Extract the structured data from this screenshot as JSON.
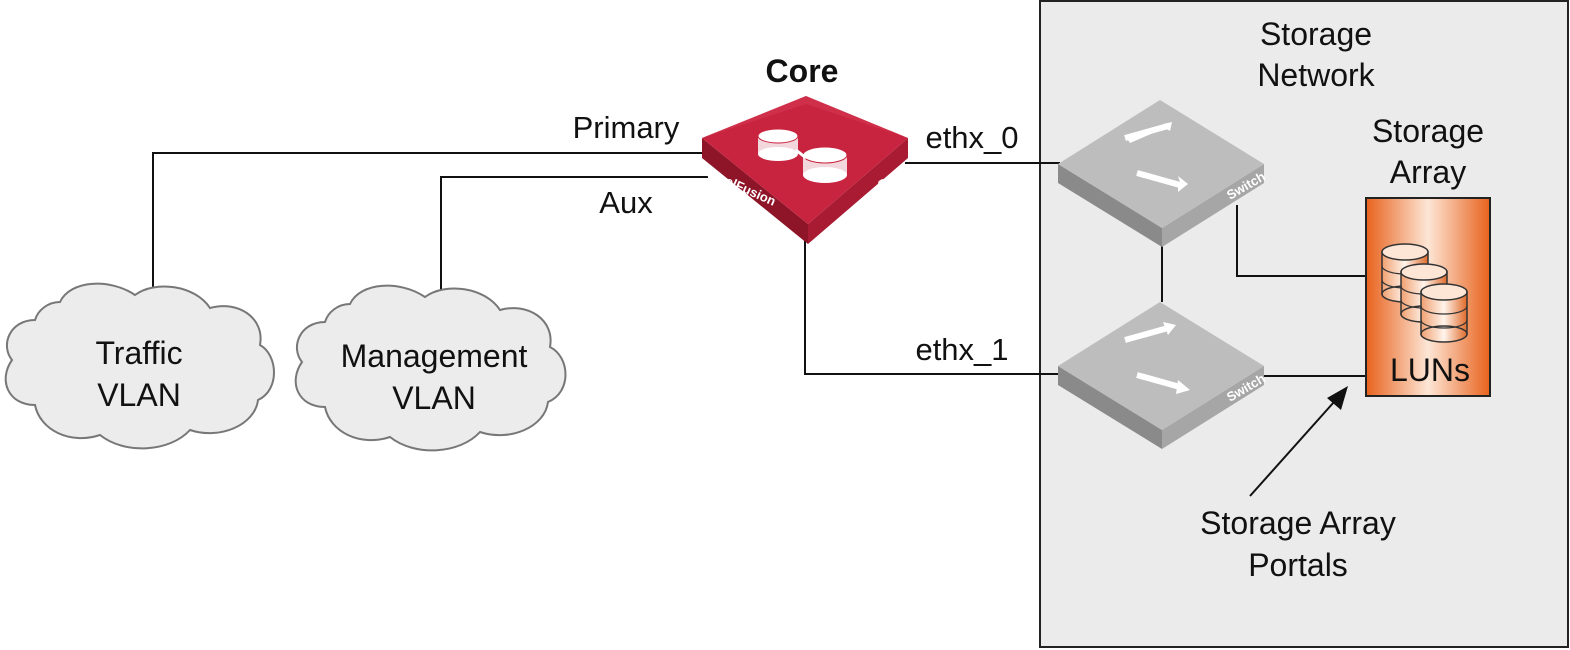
{
  "diagram": {
    "core_title": "Core",
    "core_brand": "SteelFusion",
    "core_label": "Core",
    "primary_label": "Primary",
    "aux_label": "Aux",
    "eth0_label": "ethx_0",
    "eth1_label": "ethx_1",
    "storage_network": [
      "Storage",
      "Network"
    ],
    "storage_array": [
      "Storage",
      "Array"
    ],
    "luns_label": "LUNs",
    "portals_label": [
      "Storage Array",
      "Portals"
    ],
    "traffic_vlan": [
      "Traffic",
      "VLAN"
    ],
    "management_vlan": [
      "Management",
      "VLAN"
    ],
    "switch_label": "Switch",
    "colors": {
      "core": "#c8243f",
      "switch": "#9b9b9b",
      "storage_panel": "#ebebeb",
      "array_orange": "#f07836",
      "cloud": "#ececec"
    },
    "icons": [
      "storage-cylinder-icon",
      "switch-arrows-icon",
      "cloud-icon",
      "core-appliance-icon"
    ]
  }
}
